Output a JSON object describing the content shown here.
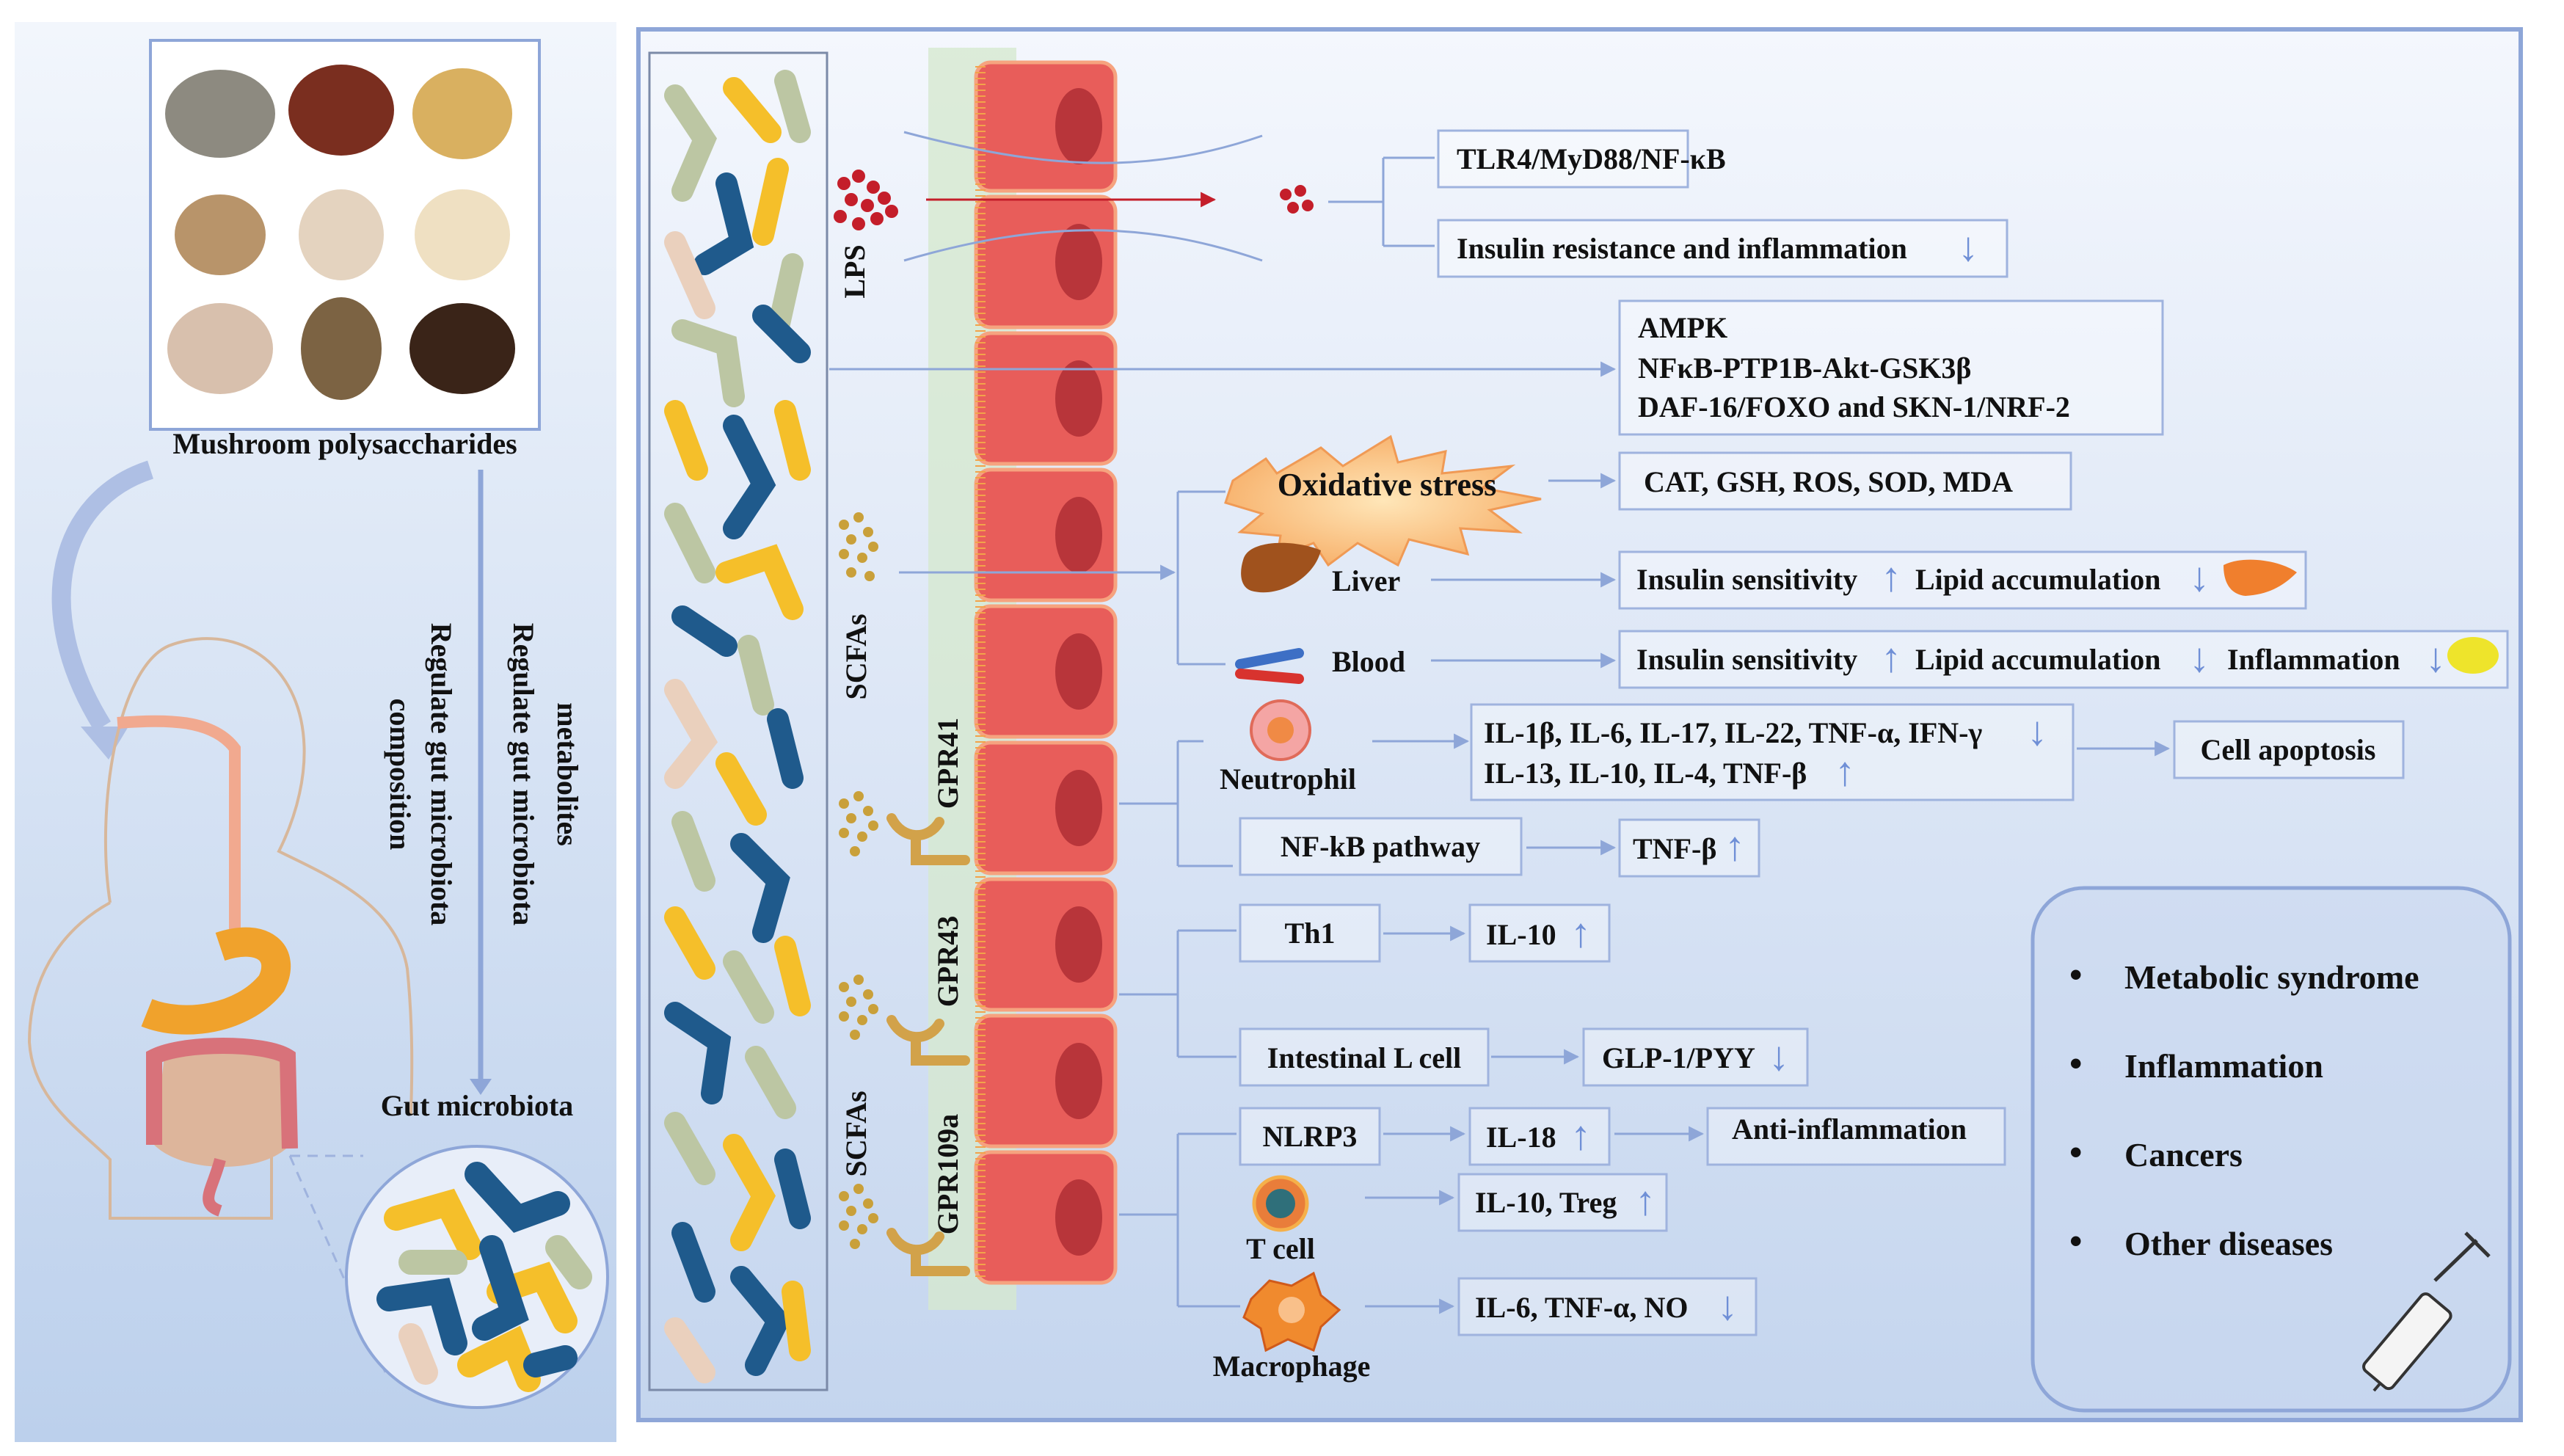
{
  "colors": {
    "panel_border": "#8ea6d8",
    "cell": "#e85d5a",
    "cell_nucleus": "#b8353a",
    "bacteria_blue": "#1f5a8c",
    "bacteria_yellow": "#f5bf2a",
    "bacteria_sage": "#bcc6a3",
    "bacteria_peach": "#ead0bd",
    "lps_dot": "#c41e2a",
    "scfa_dot": "#c9a03a",
    "receptor": "#d2a24a"
  },
  "left": {
    "mushroom_label": "Mushroom polysaccharides",
    "arrow_text_1a": "Regulate gut microbiota",
    "arrow_text_1b": "composition",
    "arrow_text_2a": "Regulate gut microbiota",
    "arrow_text_2b": "metabolites",
    "gut_label": "Gut microbiota"
  },
  "gut": {
    "lps": "LPS",
    "scfas_1": "SCFAs",
    "scfas_2": "SCFAs",
    "gpr41": "GPR41",
    "gpr43": "GPR43",
    "gpr109a": "GPR109a"
  },
  "pathways": {
    "tlr4": "TLR4/MyD88/NF-κB",
    "insulin_resistance": "Insulin resistance and inflammation",
    "ampk_1": "AMPK",
    "ampk_2": "NFκB-PTP1B-Akt-GSK3β",
    "ampk_3": "DAF-16/FOXO and SKN-1/NRF-2",
    "oxidative_stress": "Oxidative stress",
    "antioxidants": "CAT, GSH, ROS, SOD, MDA",
    "liver": "Liver",
    "liver_insulin": "Insulin sensitivity",
    "liver_lipid": "Lipid accumulation",
    "blood": "Blood",
    "blood_insulin": "Insulin sensitivity",
    "blood_lipid": "Lipid accumulation",
    "blood_inflammation": "Inflammation",
    "neutrophil": "Neutrophil",
    "cytokines_down": "IL-1β, IL-6, IL-17, IL-22, TNF-α, IFN-γ",
    "cytokines_up": "IL-13, IL-10, IL-4, TNF-β",
    "cell_apoptosis": "Cell apoptosis",
    "nfkb": "NF-kB pathway",
    "tnfb": "TNF-β",
    "th1": "Th1",
    "il10": "IL-10",
    "l_cell": "Intestinal L cell",
    "glp1": "GLP-1/PYY",
    "nlrp3": "NLRP3",
    "il18": "IL-18",
    "anti_inflammation": "Anti-inflammation",
    "t_cell": "T cell",
    "il10_treg": "IL-10, Treg",
    "macrophage": "Macrophage",
    "il6_tnfa_no": "IL-6, TNF-α, NO"
  },
  "diseases": [
    "Metabolic syndrome",
    "Inflammation",
    "Cancers",
    "Other diseases"
  ]
}
